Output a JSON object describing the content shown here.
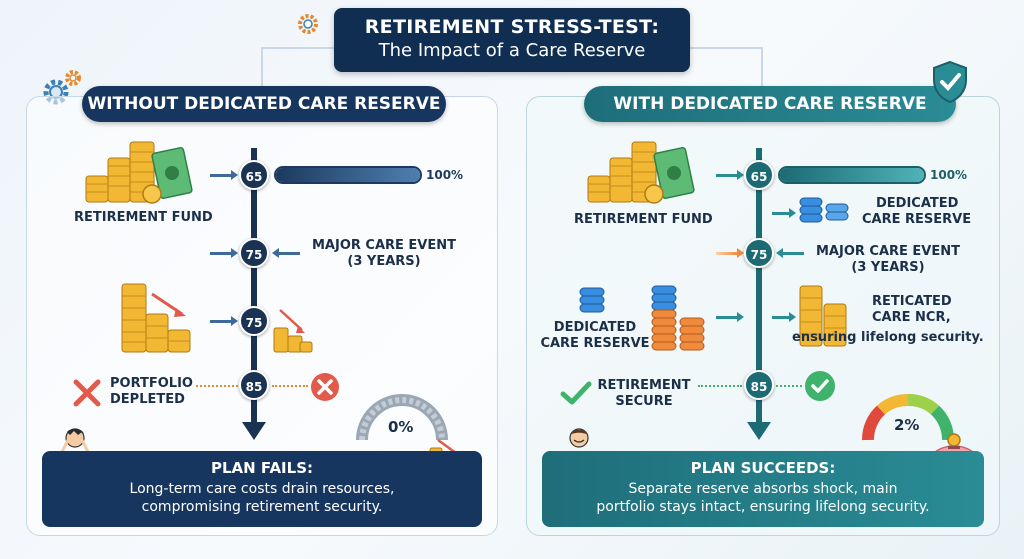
{
  "title": {
    "line1": "RETIREMENT STRESS-TEST:",
    "line2": "The Impact of a Care Reserve"
  },
  "left": {
    "header": "WITHOUT DEDICATED CARE RESERVE",
    "fund_label": "RETIREMENT FUND",
    "nodes": [
      "65",
      "75",
      "75",
      "85"
    ],
    "bar_percent": "100%",
    "bar_fill": 1.0,
    "event_label": [
      "MAJOR CARE EVENT",
      "(3 YEARS)"
    ],
    "outcome_label": [
      "PORTFOLIO",
      "DEPLETED"
    ],
    "gauge_value": "0%",
    "result_title": "PLAN FAILS:",
    "result_body": [
      "Long-term care costs drain resources,",
      "compromising retirement security."
    ]
  },
  "right": {
    "header": "WITH DEDICATED CARE RESERVE",
    "fund_label": "RETIREMENT FUND",
    "nodes": [
      "65",
      "75",
      "85"
    ],
    "bar_percent": "100%",
    "bar_fill": 1.0,
    "reserve_label": [
      "DEDICATED",
      "CARE RESERVE"
    ],
    "event_label": [
      "MAJOR CARE EVENT",
      "(3 YEARS)"
    ],
    "reserve_label2": [
      "DEDICATED",
      "CARE RESERVE"
    ],
    "ncr_label": [
      "RETICATED",
      "CARE NCR,",
      "ensuring lifelong security."
    ],
    "outcome_label": [
      "RETIREMENT",
      "SECURE"
    ],
    "gauge_value": "2%",
    "result_title": "PLAN SUCCEEDS:",
    "result_body": [
      "Separate reserve absorbs shock, main",
      "portfolio stays intact, ensuring lifelong security."
    ]
  },
  "colors": {
    "navy": "#17365f",
    "teal": "#2a8c95",
    "gold": "#f2b733",
    "fail_red": "#e25a4a",
    "success_green": "#3fb36b",
    "reserve_blue": "#3a8ee0",
    "reserve_orange": "#f08a3c"
  },
  "icons": [
    "gear-icon",
    "shield-check-icon",
    "coin-stack-icon",
    "cash-icon",
    "x-mark-icon",
    "check-mark-icon",
    "gauge-icon",
    "piggy-bank-icon",
    "stressed-person-icon",
    "calm-person-icon"
  ]
}
